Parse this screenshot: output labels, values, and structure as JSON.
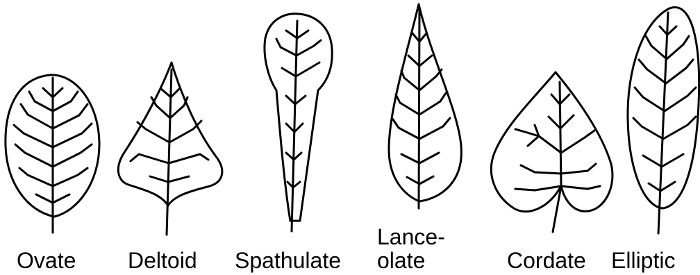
{
  "leaves": [
    {
      "name": "ovate",
      "label": "Ovate"
    },
    {
      "name": "deltoid",
      "label": "Deltoid"
    },
    {
      "name": "spathulate",
      "label": "Spathulate"
    },
    {
      "name": "lanceolate",
      "label_line1": "Lance-",
      "label_line2": "olate"
    },
    {
      "name": "cordate",
      "label": "Cordate"
    },
    {
      "name": "elliptic",
      "label": "Elliptic"
    }
  ],
  "colors": {
    "stroke": "#000000",
    "background": "#ffffff"
  }
}
